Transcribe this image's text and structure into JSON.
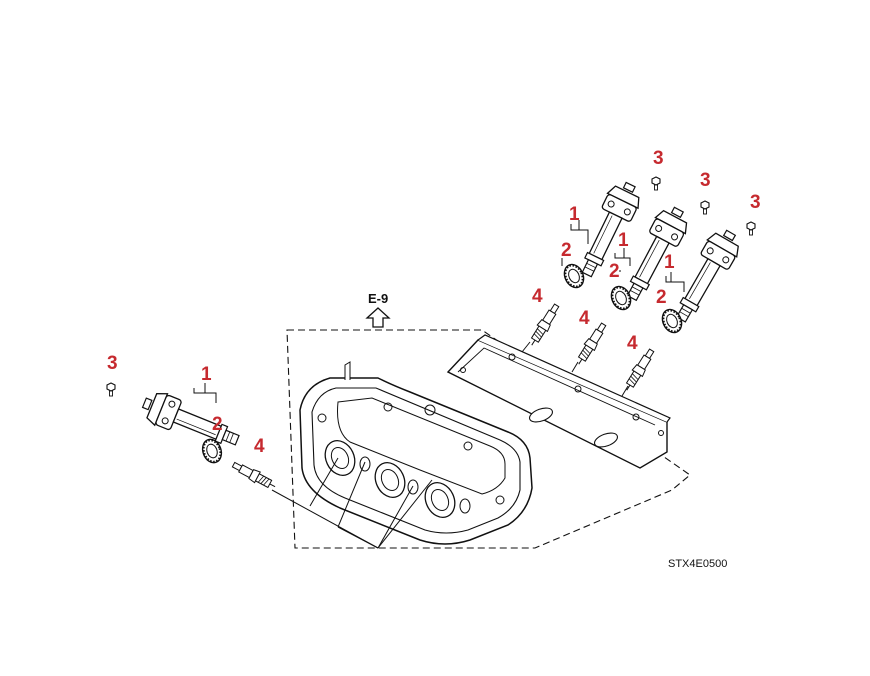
{
  "diagram": {
    "reference_label": "E-9",
    "diagram_code": "STX4E0500",
    "callout_color": "#c62a2f",
    "line_color": "#111111",
    "callouts": [
      {
        "id": "c3-front",
        "text": "3"
      },
      {
        "id": "c1-front",
        "text": "1"
      },
      {
        "id": "c2-front",
        "text": "2"
      },
      {
        "id": "c4-front",
        "text": "4"
      },
      {
        "id": "c3-rear-a",
        "text": "3"
      },
      {
        "id": "c3-rear-b",
        "text": "3"
      },
      {
        "id": "c3-rear-c",
        "text": "3"
      },
      {
        "id": "c1-rear-a",
        "text": "1"
      },
      {
        "id": "c2-rear-a",
        "text": "2"
      },
      {
        "id": "c1-rear-b",
        "text": "1"
      },
      {
        "id": "c2-rear-b",
        "text": "2"
      },
      {
        "id": "c1-rear-c",
        "text": "1"
      },
      {
        "id": "c2-rear-c",
        "text": "2"
      },
      {
        "id": "c4-rear-a",
        "text": "4"
      },
      {
        "id": "c4-rear-b",
        "text": "4"
      },
      {
        "id": "c4-rear-c",
        "text": "4"
      }
    ]
  }
}
